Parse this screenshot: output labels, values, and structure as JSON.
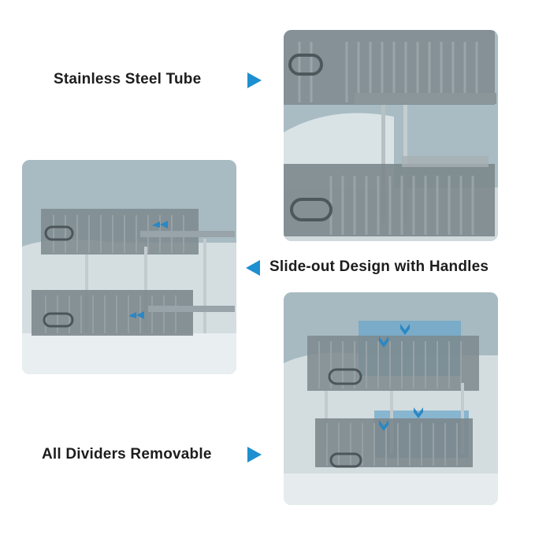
{
  "captions": {
    "stainless": "Stainless Steel Tube",
    "slideout": "Slide-out Design with Handles",
    "dividers": "All Dividers Removable"
  },
  "colors": {
    "accent_arrow": "#1e8fd0",
    "caption_text": "#1d1d1d",
    "basket_gray": "#6f7b80",
    "divider_blue": "#6fa7c9"
  },
  "icons": {
    "pointer_right": "triangle-right-icon",
    "pointer_left": "triangle-left-icon",
    "slide_indicator": "double-chevron-icon"
  }
}
